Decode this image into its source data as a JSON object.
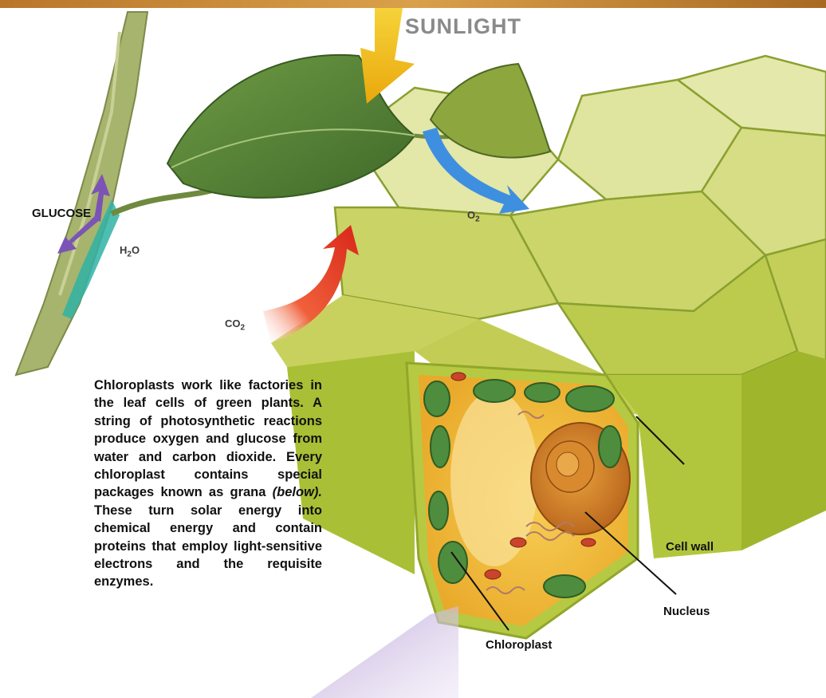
{
  "labels": {
    "sunlight": "SUNLIGHT",
    "glucose": "GLUCOSE",
    "water": "H",
    "water_sub": "2",
    "water_tail": "O",
    "oxygen": "O",
    "oxygen_sub": "2",
    "carbon_dioxide": "CO",
    "carbon_dioxide_sub": "2",
    "cell_wall": "Cell wall",
    "nucleus": "Nucleus",
    "chloroplast": "Chloroplast"
  },
  "caption": {
    "part1": "Chloroplasts work like factories in the leaf cells of green plants. A string of photosynthetic reactions produce oxygen and glucose from water and carbon dioxide. Every chloroplast contains special packages known as grana ",
    "italic": "(below).",
    "part2": " These turn solar energy into chemical energy and contain proteins that employ light-sensitive electrons and the requisite enzymes."
  },
  "colors": {
    "sunlight_arrow": "#f2c21b",
    "oxygen_arrow": "#3f8fe0",
    "co2_arrow": "#e33a1f",
    "glucose_arrow": "#7b54b5",
    "water_channel": "#2fb3a6",
    "leaf": "#5e8a3a",
    "cell_green": "#b7cc4a",
    "cell_interior": "#f2c13a"
  }
}
